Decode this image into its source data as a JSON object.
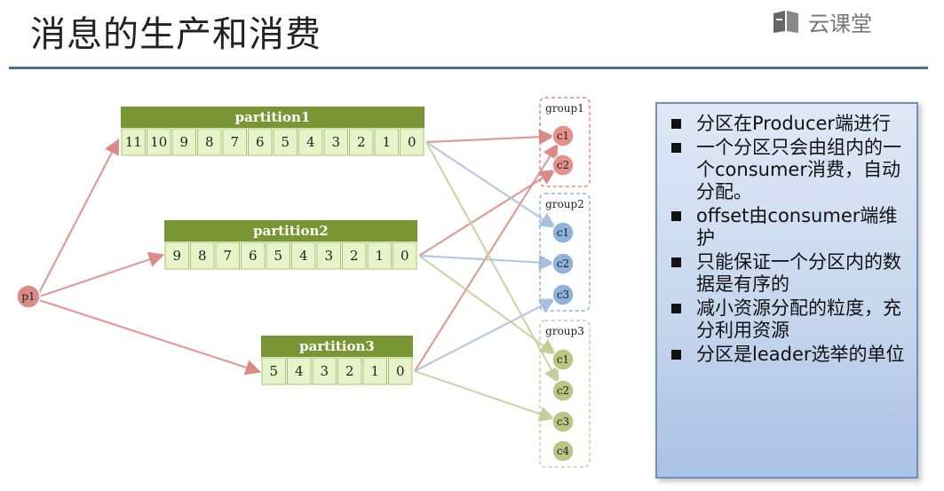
{
  "title": "消息的生产和消费",
  "brand": {
    "name": "云课堂",
    "icon": "book-icon"
  },
  "colors": {
    "partition_header": "#789634",
    "partition_cell": "#e7f3c9",
    "producer": "#d98b86",
    "group1": "#e39089",
    "group2": "#8fb2dc",
    "group3": "#b8c783",
    "notes_border": "#6f90c0"
  },
  "producer": {
    "label": "p1"
  },
  "partitions": [
    {
      "name": "partition1",
      "cells": [
        "11",
        "10",
        "9",
        "8",
        "7",
        "6",
        "5",
        "4",
        "3",
        "2",
        "1",
        "0"
      ]
    },
    {
      "name": "partition2",
      "cells": [
        "9",
        "8",
        "7",
        "6",
        "5",
        "4",
        "3",
        "2",
        "1",
        "0"
      ]
    },
    {
      "name": "partition3",
      "cells": [
        "5",
        "4",
        "3",
        "2",
        "1",
        "0"
      ]
    }
  ],
  "groups": [
    {
      "name": "group1",
      "consumers": [
        "c1",
        "c2"
      ]
    },
    {
      "name": "group2",
      "consumers": [
        "c1",
        "c2",
        "c3"
      ]
    },
    {
      "name": "group3",
      "consumers": [
        "c1",
        "c2",
        "c3",
        "c4"
      ]
    }
  ],
  "notes": [
    "分区在Producer端进行",
    "一个分区只会由组内的一个consumer消费，自动分配。",
    "offset由consumer端维护",
    "只能保证一个分区内的数据是有序的",
    "减小资源分配的粒度，充分利用资源",
    "分区是leader选举的单位"
  ]
}
